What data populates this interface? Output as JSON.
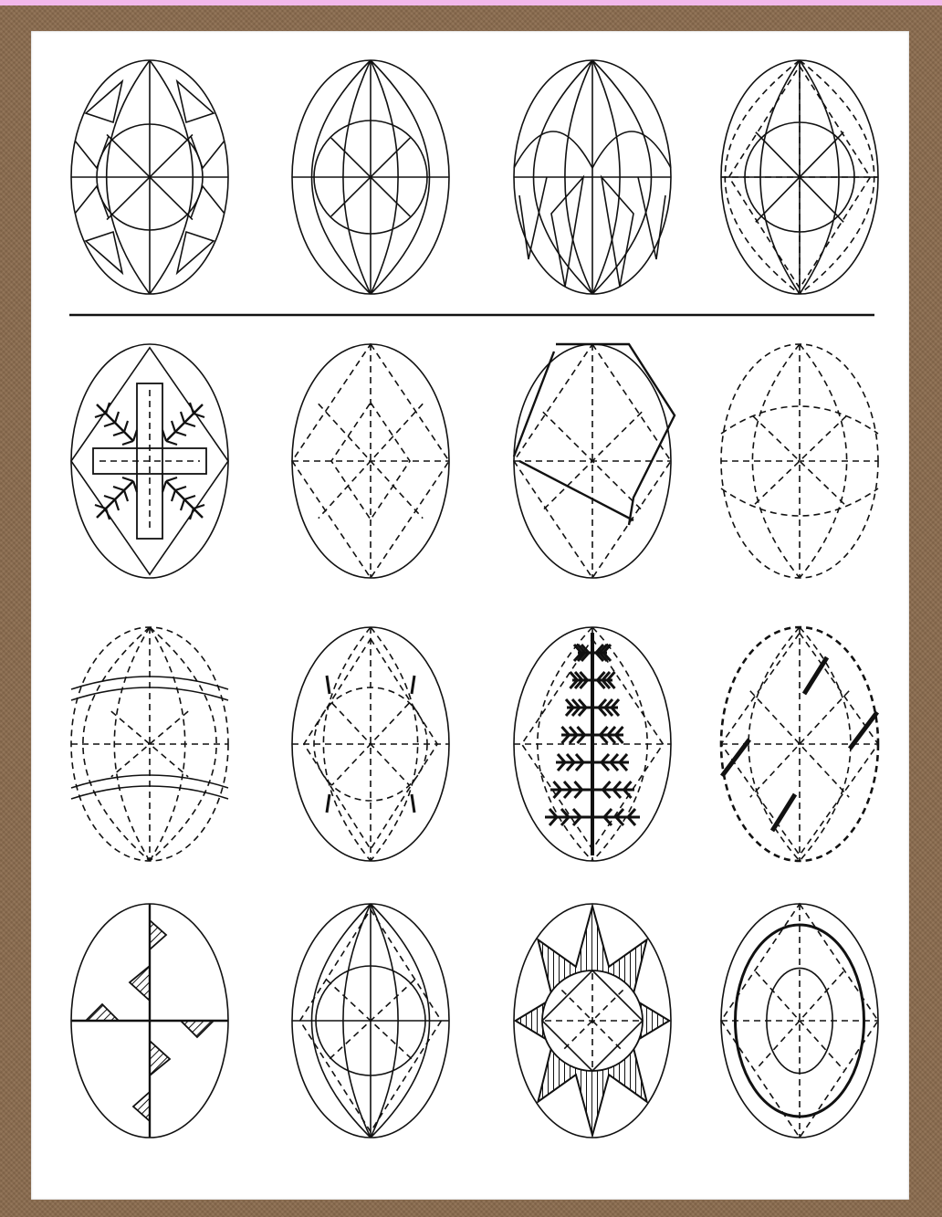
{
  "page": {
    "frame_color": "#8c6d4f",
    "sheet_color": "#ffffff",
    "top_strip_color": "#f2b8ea",
    "ink_color": "#111111"
  },
  "sections": [
    {
      "name": "design-grid-top",
      "rows": 1,
      "cols": 4
    },
    {
      "name": "design-grid-bottom",
      "rows": 3,
      "cols": 4
    }
  ],
  "eggs": [
    {
      "id": "egg-1",
      "motif": "triangles-and-circle",
      "line": "solid"
    },
    {
      "id": "egg-2",
      "motif": "meridians-and-circle",
      "line": "solid"
    },
    {
      "id": "egg-3",
      "motif": "meridians-arcs-wedges",
      "line": "solid"
    },
    {
      "id": "egg-4",
      "motif": "solid-and-dashed-rosette",
      "line": "mixed"
    },
    {
      "id": "egg-5",
      "motif": "cross-with-branches-in-diamond",
      "line": "mixed"
    },
    {
      "id": "egg-6",
      "motif": "dashed-diamond-grid",
      "line": "dashed"
    },
    {
      "id": "egg-7",
      "motif": "dashed-grid-with-band",
      "line": "mixed"
    },
    {
      "id": "egg-8",
      "motif": "dashed-arcs",
      "line": "dashed"
    },
    {
      "id": "egg-9",
      "motif": "dashed-with-curved-bands",
      "line": "mixed"
    },
    {
      "id": "egg-10",
      "motif": "dashed-circle-grid",
      "line": "dashed"
    },
    {
      "id": "egg-11",
      "motif": "fir-tree-on-dashed-grid",
      "line": "mixed"
    },
    {
      "id": "egg-12",
      "motif": "bold-dashed-swastika-bars",
      "line": "dashed"
    },
    {
      "id": "egg-13",
      "motif": "hooked-cross-with-hatched-flags",
      "line": "solid"
    },
    {
      "id": "egg-14",
      "motif": "meridians-and-circle-dashed",
      "line": "mixed"
    },
    {
      "id": "egg-15",
      "motif": "hatched-eight-point-star",
      "line": "mixed"
    },
    {
      "id": "egg-16",
      "motif": "concentric-ovals-dashed",
      "line": "mixed"
    }
  ]
}
